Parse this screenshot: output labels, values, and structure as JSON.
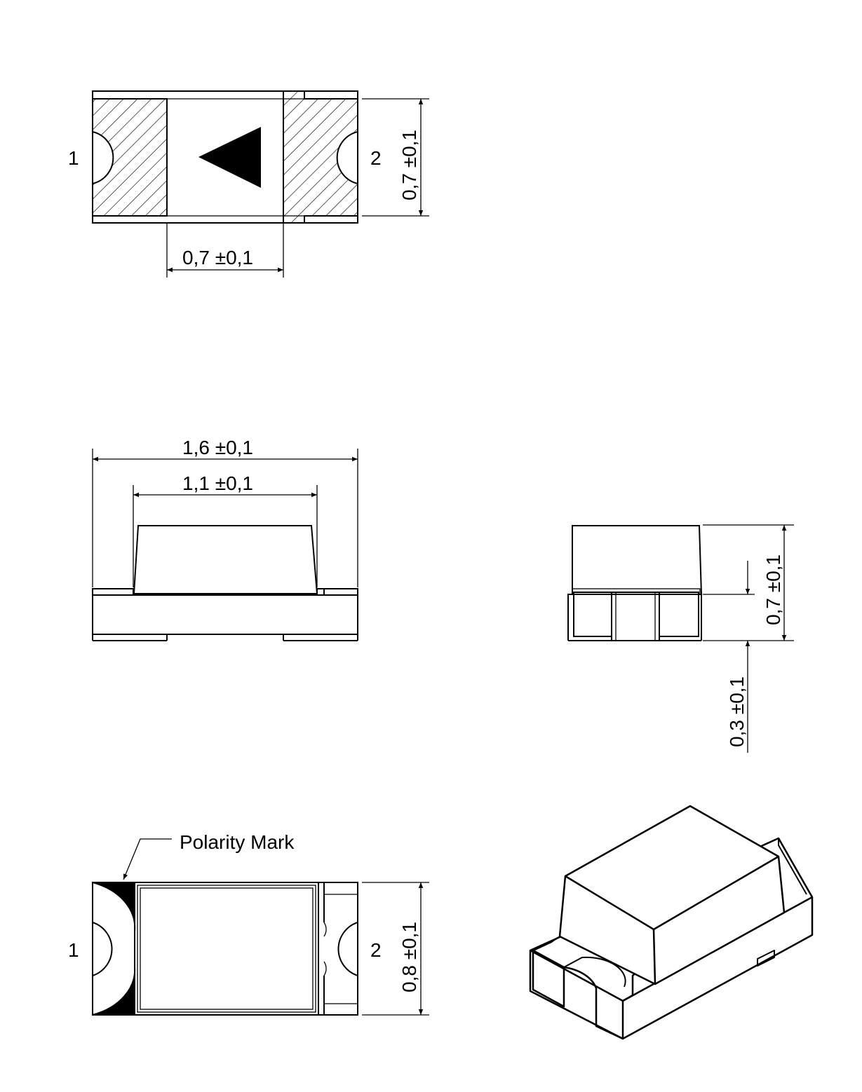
{
  "top_view": {
    "pin1": "1",
    "pin2": "2",
    "dim_height": "0,7 ±0,1",
    "dim_width": "0,7 ±0,1"
  },
  "side_view": {
    "dim_total_length": "1,6 ±0,1",
    "dim_lens_length": "1,1 ±0,1"
  },
  "end_view": {
    "dim_total_height": "0,7 ±0,1",
    "dim_base_height": "0,3 ±0,1"
  },
  "bottom_view": {
    "polarity_label": "Polarity Mark",
    "pin1": "1",
    "pin2": "2",
    "dim_height": "0,8 ±0,1"
  },
  "colors": {
    "line": "#000000",
    "background": "#ffffff"
  }
}
